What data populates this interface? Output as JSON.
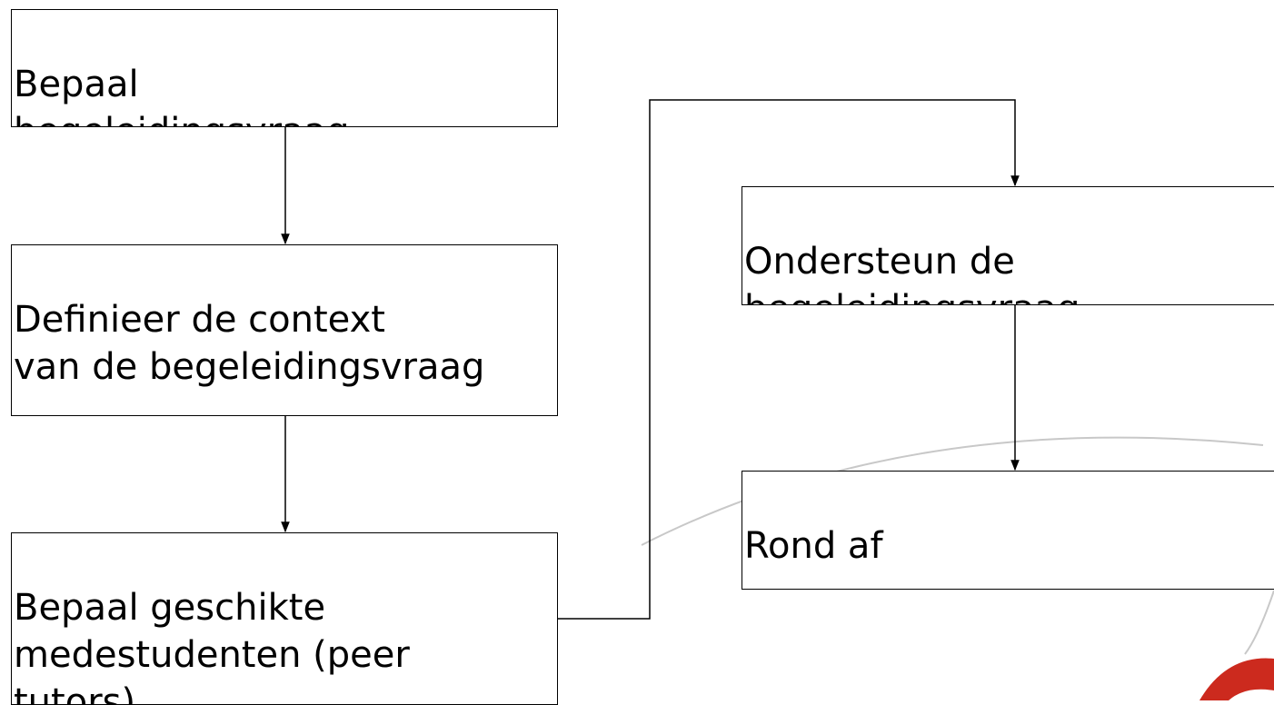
{
  "flowchart": {
    "steps": [
      {
        "id": "step1",
        "text": "  Bepaal\nbegeleidingsvraag"
      },
      {
        "id": "step2",
        "text": "  Definieer de context\nvan de begeleidingsvraag"
      },
      {
        "id": "step3",
        "text": "  Bepaal geschikte\nmedestudenten (peer\ntutors)"
      },
      {
        "id": "step4",
        "text": "  Ondersteun de\nbegeleidingsvraag"
      },
      {
        "id": "step5",
        "text": "  Rond af"
      }
    ]
  },
  "colors": {
    "stroke": "#000000",
    "background_arc": "#c8c8c8",
    "logo_red": "#cc2a1e"
  }
}
